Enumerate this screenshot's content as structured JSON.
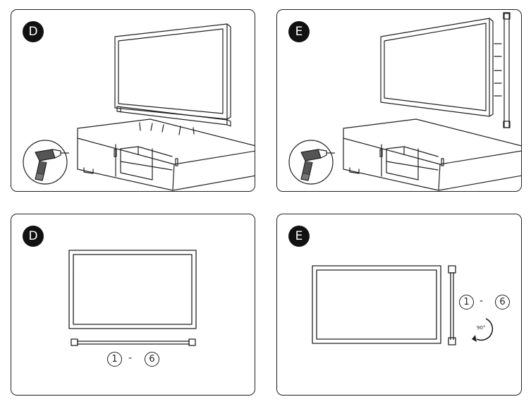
{
  "panels": {
    "top_left": {
      "step": "D"
    },
    "top_right": {
      "step": "E"
    },
    "bottom_left": {
      "step": "D",
      "range_start": "1",
      "range_sep": "-",
      "range_end": "6"
    },
    "bottom_right": {
      "step": "E",
      "range_start": "1",
      "range_sep": "-",
      "range_end": "6",
      "rotation": "90°"
    }
  },
  "colors": {
    "line": "#231f20",
    "badge": "#111111",
    "background": "#ffffff"
  }
}
